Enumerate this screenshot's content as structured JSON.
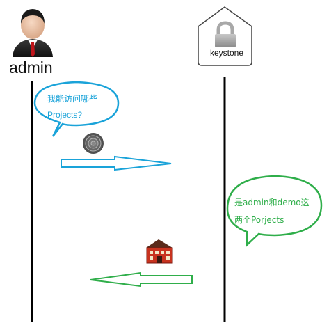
{
  "actors": {
    "admin": {
      "label": "admin"
    },
    "keystone": {
      "label": "keystone"
    }
  },
  "messages": {
    "question": {
      "lines": [
        "我能访问哪些",
        "Projects?"
      ],
      "color": "#1aa3d9"
    },
    "answer": {
      "lines": [
        "是admin和demo这",
        "两个Porjects"
      ],
      "color": "#2fae4a"
    }
  },
  "icons": {
    "token": "fingerprint-token-icon",
    "building": "project-building-icon",
    "lock": "lock-icon",
    "user": "admin-user-icon"
  },
  "colors": {
    "lifeline": "#000000",
    "request_arrow": "#1aa3d9",
    "response_arrow": "#2fae4a"
  }
}
